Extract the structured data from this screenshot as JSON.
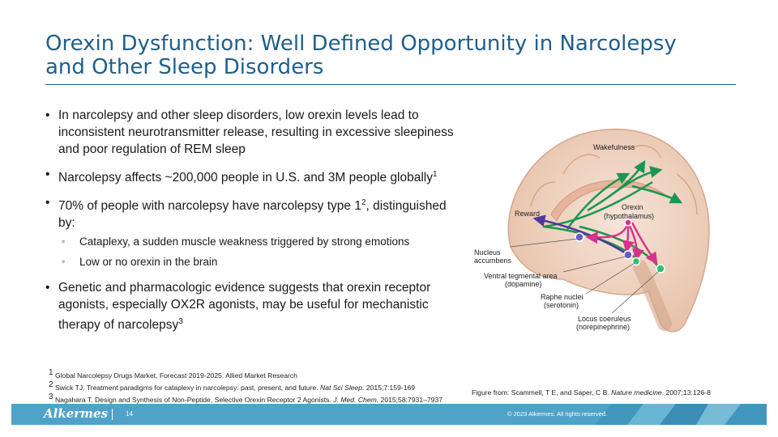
{
  "title": {
    "line1": "Orexin Dysfunction: Well Defined Opportunity in Narcolepsy",
    "line2": "and Other Sleep Disorders"
  },
  "bullets": {
    "b1": "In narcolepsy and other sleep disorders, low orexin levels lead to inconsistent neurotransmitter release, resulting in excessive sleepiness and poor regulation of REM sleep",
    "b2_text": "Narcolepsy affects ~200,000 people in U.S. and 3M people globally",
    "b2_sup": "1",
    "b3_text": "70% of people with narcolepsy have narcolepsy type 1",
    "b3_sup": "2",
    "b3_tail": ", distinguished by:",
    "sub1": "Cataplexy, a sudden muscle weakness triggered by strong emotions",
    "sub2": "Low or no orexin in the brain",
    "b4_text": "Genetic and pharmacologic evidence suggests that orexin receptor agonists, especially OX2R agonists, may be useful for mechanistic therapy of narcolepsy",
    "b4_sup": "3"
  },
  "figure": {
    "wakefulness": "Wakefulness",
    "orexin": "Orexin",
    "hypothalamus": "(hypothalamus)",
    "reward": "Reward",
    "nucleus1": "Nucleus",
    "nucleus2": "accumbens",
    "vta1": "Ventral tegmental area",
    "vta2": "(dopamine)",
    "raphe1": "Raphe nuclei",
    "raphe2": "(serotonin)",
    "locus1": "Locus coeruleus",
    "locus2": "(norepinephrine)"
  },
  "references": {
    "r1_sup": "1",
    "r1": "Global Narcolepsy Drugs Market, Forecast 2019-2025.  Allied Market Research",
    "r2_sup": "2",
    "r2_a": "Swick TJ. Treatment paradigms for cataplexy in narcolepsy: past, present, and future.  ",
    "r2_journal": "Nat Sci Sleep.",
    "r2_b": " 2015;7:159-169",
    "r3_sup": "3",
    "r3_a": "Nagahara T. Design and Synthesis of Non-Peptide, Selective Orexin Receptor 2 Agonists.  ",
    "r3_journal": "J. Med. Chem.",
    "r3_b": " 2015;58:7931–7937"
  },
  "figure_credit": {
    "a": "Figure from: Scammell, T E, and Saper, C B. ",
    "journal": "Nature medicine",
    "b": ". 2007;13:126-8"
  },
  "footer": {
    "logo": "Alkermes",
    "page_number": "14",
    "copyright": "© 2023 Alkermes. All rights reserved."
  },
  "colors": {
    "title": "#1f5f8b",
    "footer": "#4fa3c9",
    "wake_arrows": "#1a9650",
    "reward_arrow": "#4b3a9a",
    "orexin_arrows": "#d6338a"
  }
}
